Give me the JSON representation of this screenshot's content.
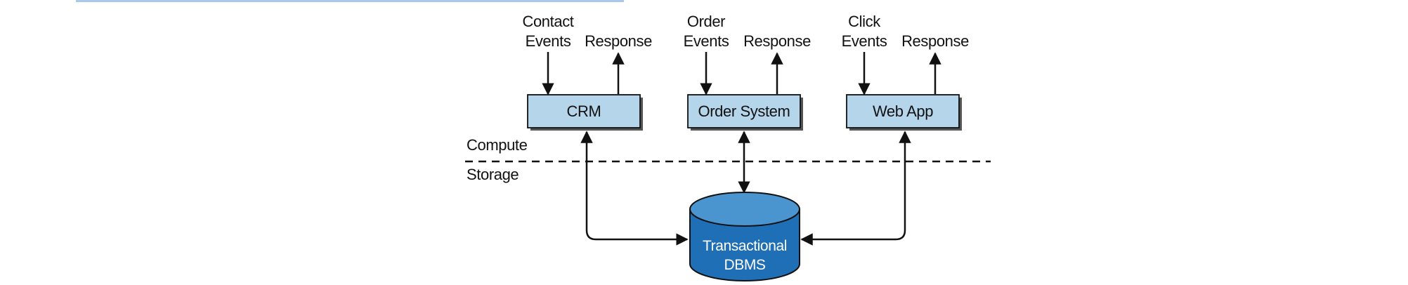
{
  "colors": {
    "box_fill": "#b5d5ea",
    "box_shadow": "#555555",
    "db_fill": "#1f6fb6",
    "db_top": "#4a94cf",
    "line": "#111111",
    "top_bar": "#a9c9ec"
  },
  "systems": [
    {
      "name": "CRM",
      "input_label": [
        "Contact",
        "Events"
      ],
      "output_label": "Response"
    },
    {
      "name": "Order System",
      "input_label": [
        "Order",
        "Events"
      ],
      "output_label": "Response"
    },
    {
      "name": "Web App",
      "input_label": [
        "Click",
        "Events"
      ],
      "output_label": "Response"
    }
  ],
  "layers": {
    "upper": "Compute",
    "lower": "Storage"
  },
  "database": {
    "line1": "Transactional",
    "line2": "DBMS"
  }
}
